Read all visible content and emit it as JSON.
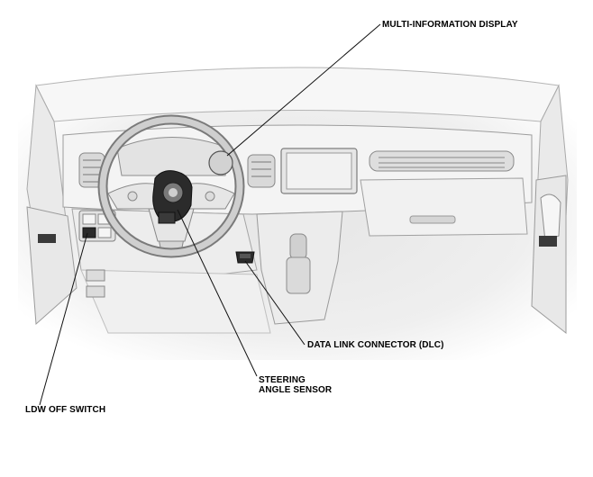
{
  "callouts": {
    "multi_information_display": "MULTI-INFORMATION DISPLAY",
    "data_link_connector": "DATA LINK CONNECTOR (DLC)",
    "steering_angle_sensor_line1": "STEERING",
    "steering_angle_sensor_line2": "ANGLE SENSOR",
    "ldw_off_switch": "LDW OFF SWITCH"
  },
  "colors": {
    "line": "#111111",
    "interior_fill": "#f2f2f2",
    "interior_stroke": "#9a9a9a",
    "component_dark": "#2a2a2a"
  }
}
